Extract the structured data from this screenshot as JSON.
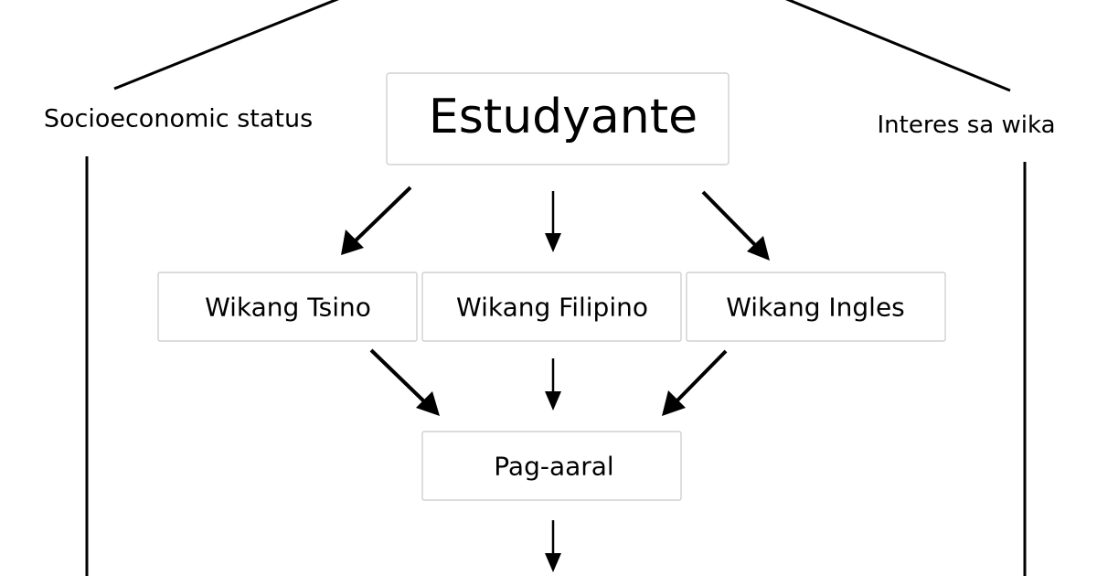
{
  "diagram": {
    "labels": {
      "left": "Socioeconomic status",
      "right": "Interes sa wika"
    },
    "nodes": {
      "main": "Estudyante",
      "tsino": "Wikang Tsino",
      "filipino": "Wikang Filipino",
      "ingles": "Wikang Ingles",
      "pagaaral": "Pag-aaral"
    },
    "colors": {
      "line": "#000000",
      "box_border": "#c8c8c8",
      "background": "#ffffff"
    }
  }
}
